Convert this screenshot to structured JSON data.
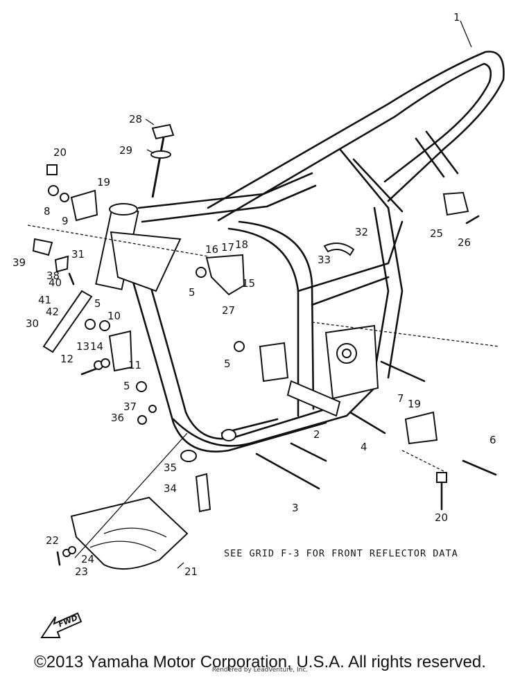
{
  "note": "SEE GRID F-3 FOR FRONT REFLECTOR DATA",
  "fwd_label": "FWD",
  "copyright": "©2013 Yamaha Motor Corporation, U.S.A. All rights reserved.",
  "rendered_by": "Rendered by LeadVenture, Inc.",
  "callouts": [
    {
      "id": "1",
      "text": "1"
    },
    {
      "id": "2",
      "text": "2"
    },
    {
      "id": "3",
      "text": "3"
    },
    {
      "id": "4",
      "text": "4"
    },
    {
      "id": "5a",
      "text": "5"
    },
    {
      "id": "5b",
      "text": "5"
    },
    {
      "id": "5c",
      "text": "5"
    },
    {
      "id": "5d",
      "text": "5"
    },
    {
      "id": "6",
      "text": "6"
    },
    {
      "id": "7",
      "text": "7"
    },
    {
      "id": "8",
      "text": "8"
    },
    {
      "id": "9",
      "text": "9"
    },
    {
      "id": "10",
      "text": "10"
    },
    {
      "id": "11",
      "text": "11"
    },
    {
      "id": "12",
      "text": "12"
    },
    {
      "id": "13",
      "text": "13"
    },
    {
      "id": "14",
      "text": "14"
    },
    {
      "id": "15",
      "text": "15"
    },
    {
      "id": "16",
      "text": "16"
    },
    {
      "id": "17",
      "text": "17"
    },
    {
      "id": "18",
      "text": "18"
    },
    {
      "id": "19a",
      "text": "19"
    },
    {
      "id": "19b",
      "text": "19"
    },
    {
      "id": "20a",
      "text": "20"
    },
    {
      "id": "20b",
      "text": "20"
    },
    {
      "id": "21",
      "text": "21"
    },
    {
      "id": "22",
      "text": "22"
    },
    {
      "id": "23",
      "text": "23"
    },
    {
      "id": "24",
      "text": "24"
    },
    {
      "id": "25",
      "text": "25"
    },
    {
      "id": "26",
      "text": "26"
    },
    {
      "id": "27",
      "text": "27"
    },
    {
      "id": "28",
      "text": "28"
    },
    {
      "id": "29",
      "text": "29"
    },
    {
      "id": "30",
      "text": "30"
    },
    {
      "id": "31",
      "text": "31"
    },
    {
      "id": "32",
      "text": "32"
    },
    {
      "id": "33",
      "text": "33"
    },
    {
      "id": "34",
      "text": "34"
    },
    {
      "id": "35",
      "text": "35"
    },
    {
      "id": "36",
      "text": "36"
    },
    {
      "id": "37",
      "text": "37"
    },
    {
      "id": "38",
      "text": "38"
    },
    {
      "id": "39",
      "text": "39"
    },
    {
      "id": "40",
      "text": "40"
    },
    {
      "id": "41",
      "text": "41"
    },
    {
      "id": "42",
      "text": "42"
    }
  ]
}
